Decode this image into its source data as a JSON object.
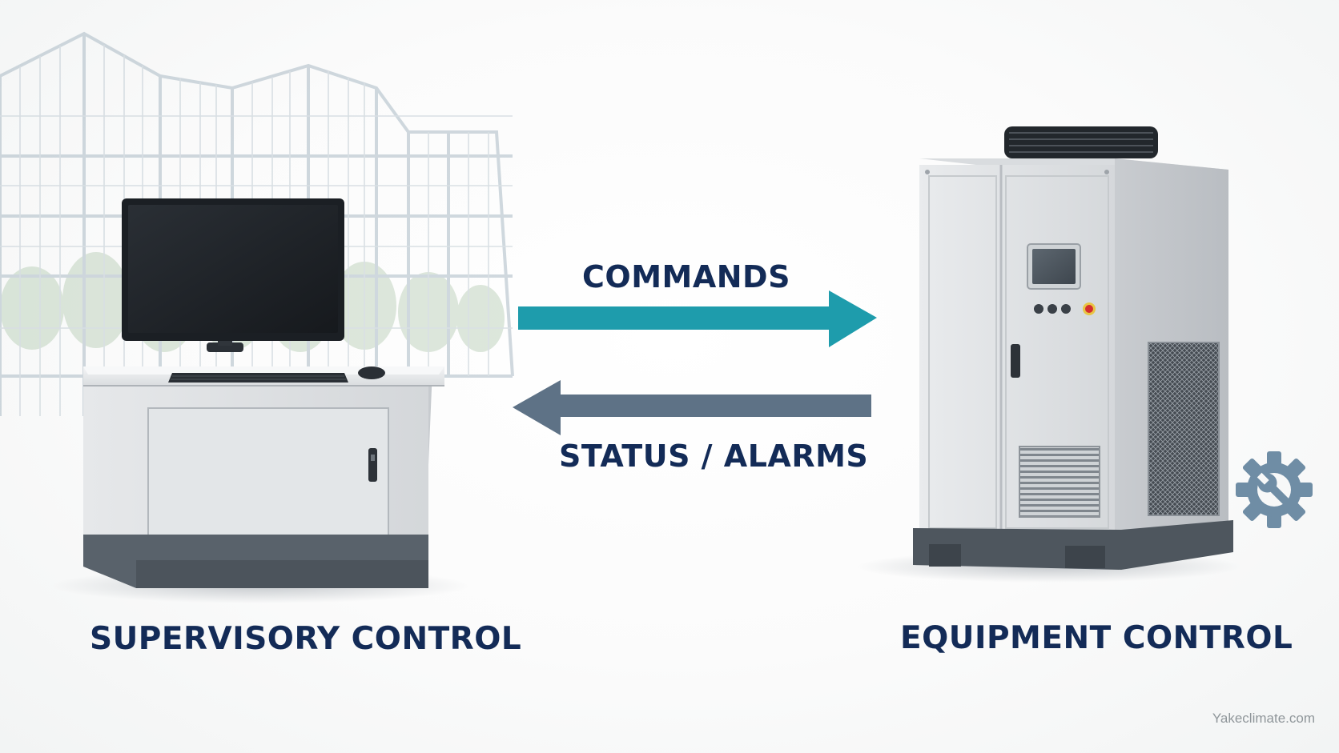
{
  "diagram": {
    "left_node": {
      "label": "SUPERVISORY CONTROL",
      "icon": "computer-workstation-icon"
    },
    "right_node": {
      "label": "EQUIPMENT CONTROL",
      "icon": "industrial-chiller-unit-icon"
    },
    "flows": [
      {
        "label": "COMMANDS",
        "direction": "left-to-right",
        "color": "#1e9cac"
      },
      {
        "label": "STATUS / ALARMS",
        "direction": "right-to-left",
        "color": "#5e7286"
      }
    ],
    "badge_icon": "gear-wrench-icon",
    "background_icon": "greenhouse-icon"
  },
  "colors": {
    "label_text": "#132b57",
    "commands_arrow": "#1e9cac",
    "status_arrow": "#5e7286",
    "gear_badge": "#6f8da5"
  },
  "watermark": "Yakeclimate.com"
}
